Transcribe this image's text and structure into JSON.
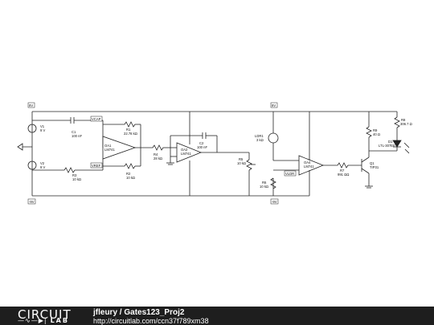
{
  "schematic": {
    "nodes": {
      "pos_top_1": "9V",
      "pos_top_2": "9V",
      "neg_bot_1": "-9V",
      "neg_bot_2": "-9V"
    },
    "sources": {
      "v1": {
        "name": "V1",
        "value": "9 V"
      },
      "v2": {
        "name": "V2",
        "value": "9 V"
      }
    },
    "labels": {
      "vcap": "VCAP",
      "vref": "VREF",
      "vldr": "VLDR"
    },
    "components": {
      "c1": {
        "name": "C1",
        "value": "100 nF"
      },
      "r1": {
        "name": "R1",
        "value": "22.78 kΩ"
      },
      "oa1": {
        "name": "OA1",
        "value": "LM741"
      },
      "r3": {
        "name": "R3",
        "value": "10 kΩ"
      },
      "r2": {
        "name": "R2",
        "value": "10 kΩ"
      },
      "r4": {
        "name": "R4",
        "value": "28 kΩ"
      },
      "oa2": {
        "name": "OA2",
        "value": "LM741"
      },
      "c2": {
        "name": "C2",
        "value": "100 nF"
      },
      "ldr1": {
        "name": "LDR1",
        "value": "3 kΩ"
      },
      "r5": {
        "name": "R5",
        "value": "10 kΩ"
      },
      "r6": {
        "name": "R6",
        "value": "10 kΩ"
      },
      "oa4": {
        "name": "OA4",
        "value": "LM741"
      },
      "r7": {
        "name": "R7",
        "value": "991 ΩΩ"
      },
      "q1": {
        "name": "Q1",
        "value": "TIP31"
      },
      "r9": {
        "name": "R9",
        "value": "40 Ω"
      },
      "r8": {
        "name": "R8",
        "value": "306.7 Ω"
      },
      "d1": {
        "name": "D1",
        "value": "LTL-307EE"
      }
    }
  },
  "footer": {
    "logo_top": "CIRCUIT",
    "logo_bottom": "LAB",
    "author": "jfleury",
    "separator": " / ",
    "project": "Gates123_Proj2",
    "url": "http://circuitlab.com/ccn37f789xm38"
  }
}
